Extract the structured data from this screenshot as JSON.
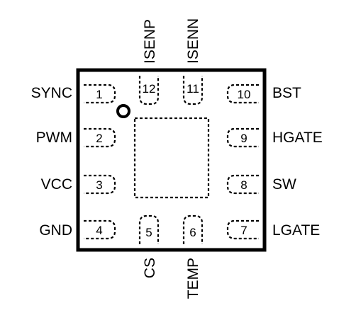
{
  "package": {
    "body_color": "#000000",
    "pin1_marker": "circle",
    "exposed_pad": true
  },
  "pins": [
    {
      "number": "1",
      "signal": "SYNC"
    },
    {
      "number": "2",
      "signal": "PWM"
    },
    {
      "number": "3",
      "signal": "VCC"
    },
    {
      "number": "4",
      "signal": "GND"
    },
    {
      "number": "5",
      "signal": "CS"
    },
    {
      "number": "6",
      "signal": "TEMP"
    },
    {
      "number": "7",
      "signal": "LGATE"
    },
    {
      "number": "8",
      "signal": "SW"
    },
    {
      "number": "9",
      "signal": "HGATE"
    },
    {
      "number": "10",
      "signal": "BST"
    },
    {
      "number": "11",
      "signal": "ISENN"
    },
    {
      "number": "12",
      "signal": "ISENP"
    }
  ]
}
